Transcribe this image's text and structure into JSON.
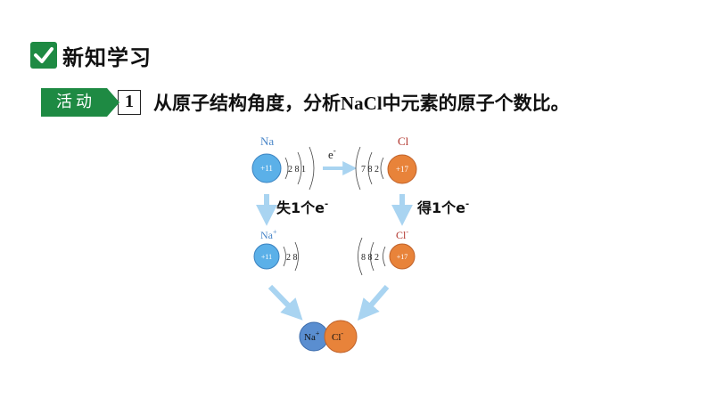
{
  "header": {
    "title": "新知学习",
    "check_icon": "check-icon",
    "color": "#1e8a43"
  },
  "activity": {
    "tag_label": "活动",
    "number": "1",
    "text_before": "从原子结构角度，分析",
    "text_formula": "NaCl",
    "text_after": "中元素的原子个数比。"
  },
  "diagram": {
    "na_atom": {
      "symbol": "Na",
      "nucleus": "+11",
      "shells": "2 8 1",
      "color": "#5bb0e8"
    },
    "cl_atom": {
      "symbol": "Cl",
      "nucleus": "+17",
      "shells": "7 8 2",
      "color": "#e8833a"
    },
    "electron_transfer": {
      "e": "e",
      "charge": "-"
    },
    "na_ion": {
      "symbol": "Na",
      "charge": "+",
      "nucleus": "+11",
      "shells": "2 8"
    },
    "cl_ion": {
      "symbol": "Cl",
      "charge": "-",
      "nucleus": "+17",
      "shells": "8 8 2"
    },
    "lose_label": {
      "text": "失1个e",
      "charge": "-"
    },
    "gain_label": {
      "text": "得1个e",
      "charge": "-"
    },
    "product": {
      "na": "Na",
      "na_charge": "+",
      "cl": "Cl",
      "cl_charge": "-"
    },
    "colors": {
      "arrow": "#a9d4f1",
      "symbol_na": "#4a86c8",
      "symbol_cl": "#b0322a"
    }
  }
}
